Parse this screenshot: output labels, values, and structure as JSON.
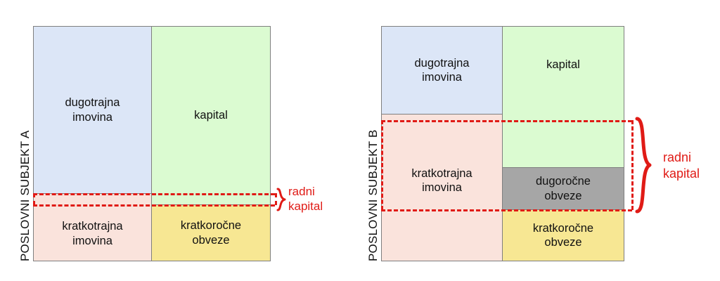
{
  "diagrams": [
    {
      "id": "subject-a",
      "axis_label": "POSLOVNI SUBJEKT A",
      "blocks": {
        "fixed_assets": "dugotrajna\nimovina",
        "fixed_assets_line1": "dugotrajna",
        "fixed_assets_line2": "imovina",
        "equity": "kapital",
        "current_assets_line1": "kratkotrajna",
        "current_assets_line2": "imovina",
        "short_term_liabilities_line1": "kratkoročne",
        "short_term_liabilities_line2": "obveze"
      },
      "working_capital": {
        "line1": "radni",
        "line2": "kapital"
      }
    },
    {
      "id": "subject-b",
      "axis_label": "POSLOVNI SUBJEKT B",
      "blocks": {
        "fixed_assets_line1": "dugotrajna",
        "fixed_assets_line2": "imovina",
        "equity": "kapital",
        "current_assets_line1": "kratkotrajna",
        "current_assets_line2": "imovina",
        "long_term_liabilities_line1": "dugoročne",
        "long_term_liabilities_line2": "obveze",
        "short_term_liabilities_line1": "kratkoročne",
        "short_term_liabilities_line2": "obveze"
      },
      "working_capital": {
        "line1": "radni",
        "line2": "kapital"
      }
    }
  ],
  "colors": {
    "fixed_assets_fill": "#dce6f7",
    "current_assets_fill": "#fae3dc",
    "equity_fill": "#dbfbd1",
    "long_term_liabilities_fill": "#a6a6a6",
    "short_term_liabilities_fill": "#f7e793",
    "block_border": "#7f7f7f",
    "accent_red": "#e01b16",
    "text": "#111111",
    "background": "#ffffff"
  }
}
